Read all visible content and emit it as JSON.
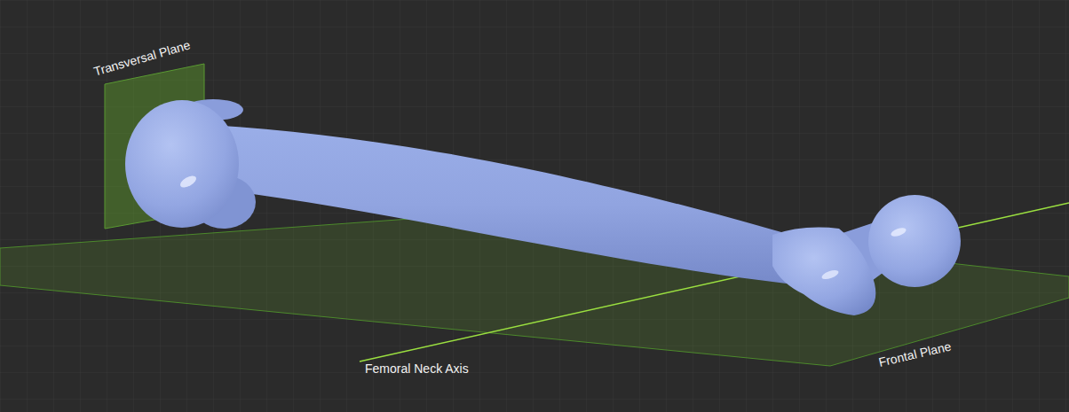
{
  "diagram": {
    "labels": [
      "Transversal Plane",
      "Femoral Neck Axis",
      "Frontal Plane"
    ]
  }
}
